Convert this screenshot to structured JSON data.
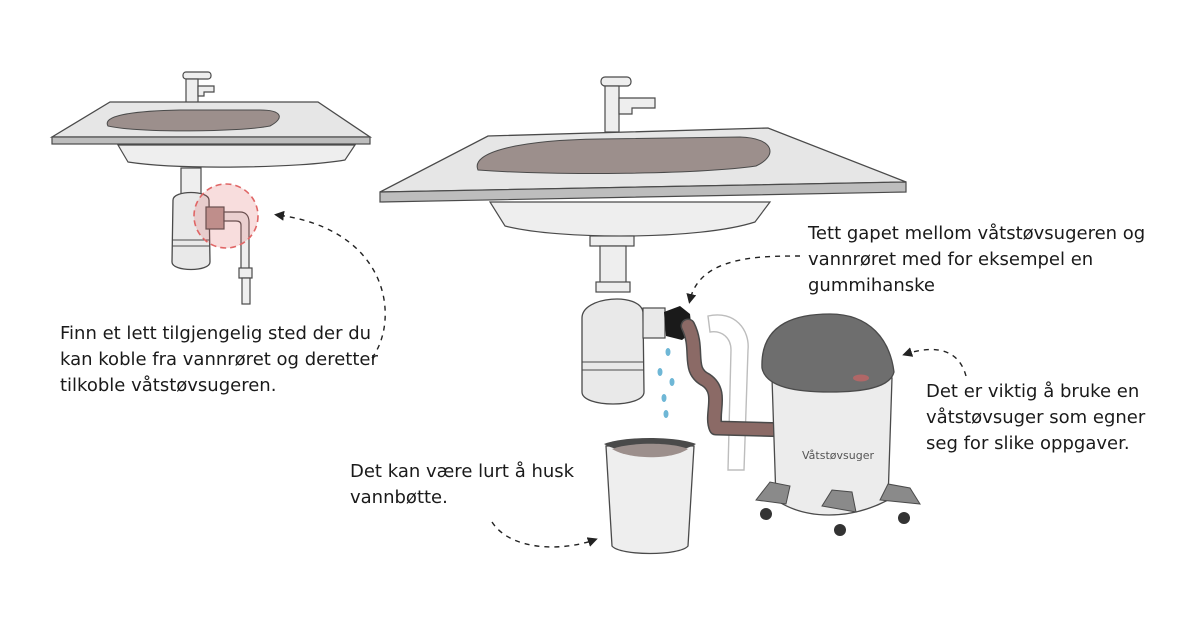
{
  "captions": {
    "find_spot": [
      "Finn et lett tilgjengelig sted der du",
      "kan koble fra vannrøret og deretter",
      "tilkoble våtstøvsugeren."
    ],
    "seal_gap": [
      "Tett gapet mellom våtstøvsugeren og",
      "vannrøret med for eksempel en",
      "gummihanske"
    ],
    "suitable_vacuum": [
      "Det er viktig å bruke en",
      "våtstøvsuger som egner",
      "seg for slike oppgaver."
    ],
    "bucket": [
      "Det kan være lurt å husk",
      "vannbøtte."
    ]
  },
  "vacuum_label": "Våtstøvsuger",
  "colors": {
    "sink_top": "#e6e6e6",
    "basin": "#9c8f8c",
    "pipe": "#e9e9e9",
    "outline": "#4a4a4a",
    "hose": "#8b6a66",
    "glove": "#1a1a1a",
    "vacuum_lid": "#6e6e6e",
    "vacuum_body": "#ececec",
    "water": "#6fb7d6",
    "highlight": "#e06666"
  }
}
